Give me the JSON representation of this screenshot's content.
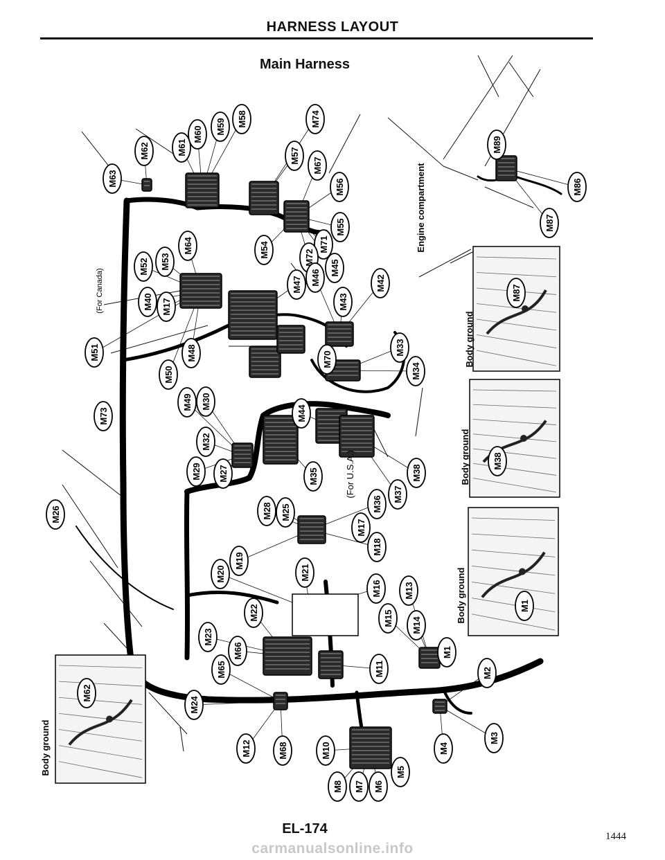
{
  "header": {
    "title": "HARNESS LAYOUT",
    "subtitle": "Main Harness"
  },
  "footer": {
    "page_ref": "EL-174",
    "page_number": "1444",
    "watermark": "carmanualsonline.info"
  },
  "labels": {
    "for_canada": "(For Canada)",
    "for_usa": "(For U.S.A.)",
    "engine_compartment": "Engine compartment",
    "body_ground": "Body ground"
  },
  "connectors": [
    "M1",
    "M2",
    "M3",
    "M4",
    "M5",
    "M6",
    "M7",
    "M8",
    "M10",
    "M11",
    "M12",
    "M13",
    "M14",
    "M15",
    "M16",
    "M17",
    "M18",
    "M19",
    "M20",
    "M21",
    "M22",
    "M23",
    "M24",
    "M25",
    "M26",
    "M27",
    "M28",
    "M29",
    "M30",
    "M32",
    "M33",
    "M34",
    "M35",
    "M36",
    "M37",
    "M38",
    "M40",
    "M42",
    "M43",
    "M44",
    "M45",
    "M46",
    "M47",
    "M48",
    "M49",
    "M50",
    "M51",
    "M52",
    "M53",
    "M54",
    "M55",
    "M56",
    "M57",
    "M58",
    "M59",
    "M60",
    "M61",
    "M62",
    "M63",
    "M64",
    "M65",
    "M66",
    "M67",
    "M68",
    "M70",
    "M71",
    "M72",
    "M73",
    "M74",
    "M86",
    "M87",
    "M89"
  ],
  "detail_connectors": [
    "M87",
    "M38",
    "M1",
    "M62"
  ]
}
